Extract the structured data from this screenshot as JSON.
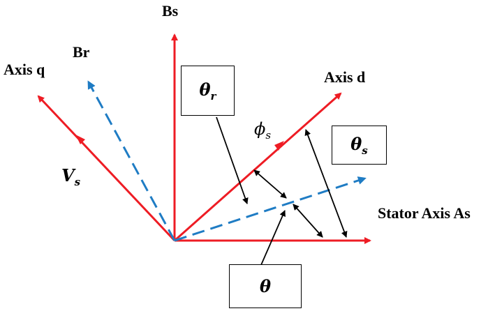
{
  "labels": {
    "bs": "Bs",
    "br": "Br",
    "axis_q": "Axis q",
    "axis_d": "Axis d",
    "stator_axis": "Stator Axis As",
    "vs_main": "V",
    "vs_sub": "s",
    "phi_main": "ϕ",
    "phi_sub": "s"
  },
  "boxes": {
    "theta_r_main": "θ",
    "theta_r_sub": "r",
    "theta_s_main": "θ",
    "theta_s_sub": "s",
    "theta": "θ"
  },
  "colors": {
    "axis_red": "#ee1c24",
    "dashed_blue": "#1f7cc4",
    "arrow_black": "#000000"
  }
}
